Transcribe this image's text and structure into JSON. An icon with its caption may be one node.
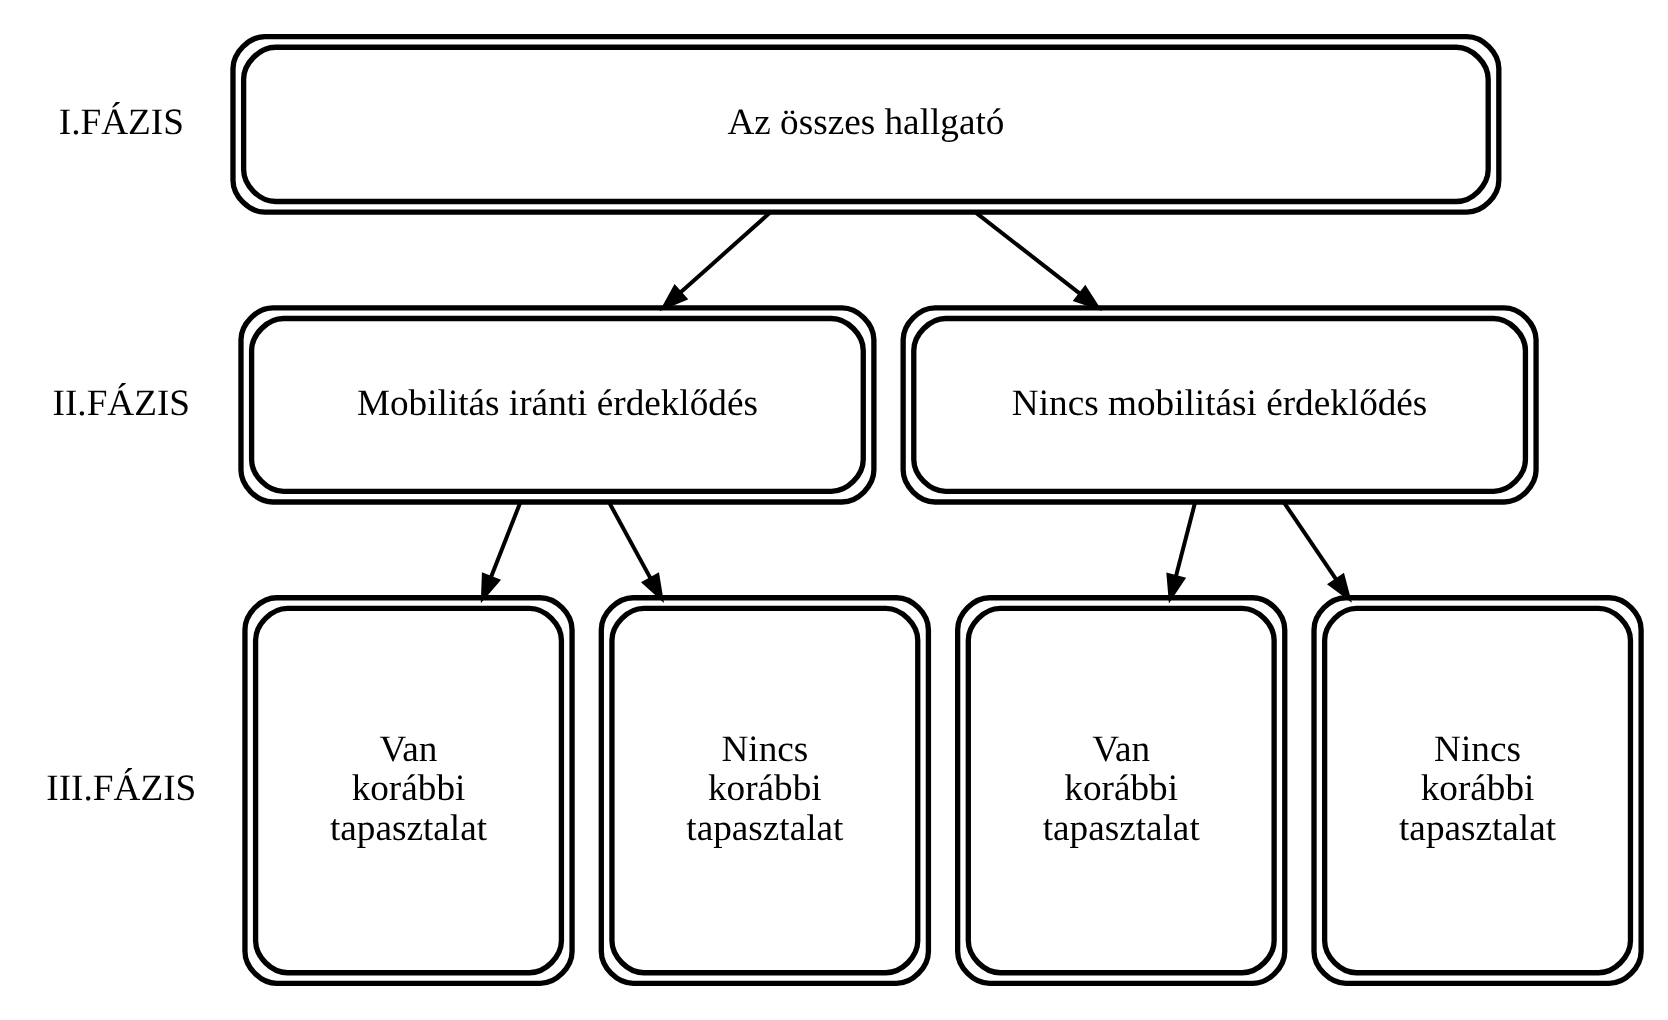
{
  "diagram": {
    "nodes": [
      {
        "text": [
          "Az összes hallgató"
        ]
      },
      {
        "text": [
          "Mobilitás iránti érdeklődés"
        ]
      },
      {
        "text": [
          "Nincs mobilitási érdeklődés"
        ]
      },
      {
        "text": [
          "Van korábbi tapasztalat"
        ]
      },
      {
        "text": [
          "Nincs korábbi tapasztalat"
        ]
      },
      {
        "text": [
          "Van korábbi tapasztalat"
        ]
      },
      {
        "text": [
          "Nincs korábbi tapasztalat"
        ]
      }
    ],
    "edges": [
      {
        "from": 0,
        "to": 1,
        "arrow": "to"
      },
      {
        "from": 0,
        "to": 2,
        "arrow": "to"
      },
      {
        "from": 1,
        "to": 3,
        "arrow": "to"
      },
      {
        "from": 1,
        "to": 4,
        "arrow": "to"
      },
      {
        "from": 2,
        "to": 5,
        "arrow": "to"
      },
      {
        "from": 2,
        "to": 6,
        "arrow": "to"
      }
    ],
    "labels": [
      "I.FÁZIS",
      "II.FÁZIS",
      "III.FÁZIS"
    ]
  }
}
